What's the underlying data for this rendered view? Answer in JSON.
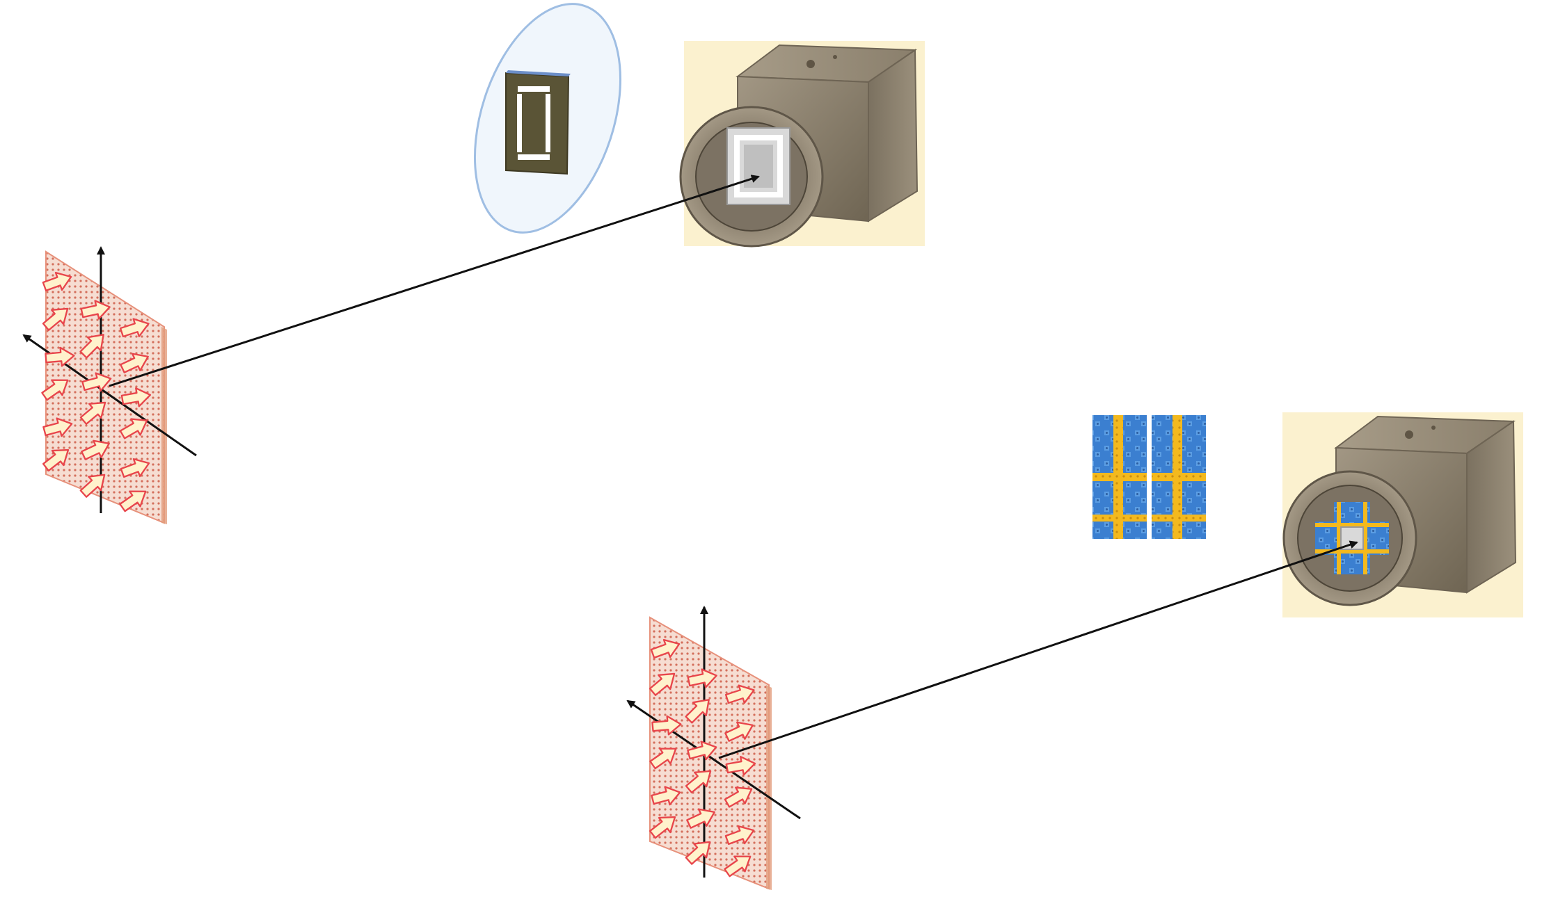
{
  "diagram": {
    "upper_setup": {
      "components": [
        "polarized-source-panel",
        "frame-mask-lens",
        "camera"
      ],
      "colors": {
        "mask_body": "#5a5436",
        "mask_window": "#ffffff",
        "lens_halo": "#8fb3df",
        "camera_backdrop": "#fbf1cf"
      }
    },
    "lower_setup": {
      "components": [
        "polarized-source-panel",
        "patterned-mask-pair",
        "camera"
      ],
      "colors": {
        "mask_blue": "#3b7fd0",
        "mask_yellow": "#f3b91e",
        "camera_backdrop": "#fbf1cf"
      }
    },
    "colors": {
      "arrow_fill": "#fff2cc",
      "arrow_outline": "#e8454b",
      "panel_mesh": "#e29c7c",
      "axes": "#111111"
    }
  }
}
